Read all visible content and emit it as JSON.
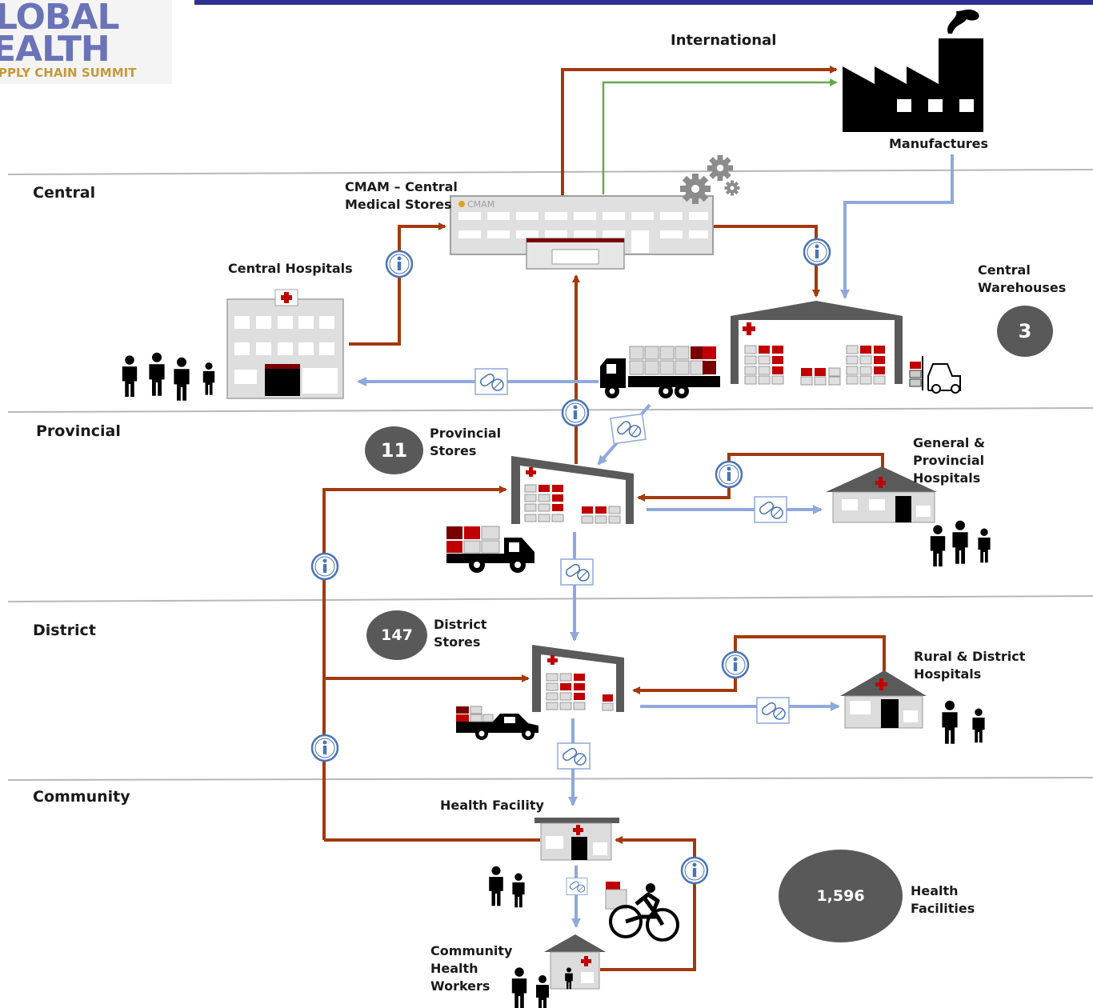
{
  "logo": {
    "line1": "LOBAL",
    "line2": "EALTH",
    "line3": "PPLY CHAIN SUMMIT"
  },
  "tiers": {
    "central": "Central",
    "provincial": "Provincial",
    "district": "District",
    "community": "Community"
  },
  "labels": {
    "international": "International",
    "manufactures": "Manufactures",
    "cmam_line1": "CMAM – Central",
    "cmam_line2": "Medical Stores",
    "cmam_sign": "CMAM",
    "central_hospitals": "Central Hospitals",
    "central_warehouses_line1": "Central",
    "central_warehouses_line2": "Warehouses",
    "provincial_stores_line1": "Provincial",
    "provincial_stores_line2": "Stores",
    "general_hosp_line1": "General &",
    "general_hosp_line2": "Provincial",
    "general_hosp_line3": "Hospitals",
    "district_stores_line1": "District",
    "district_stores_line2": "Stores",
    "rural_hosp_line1": "Rural & District",
    "rural_hosp_line2": "Hospitals",
    "health_facility": "Health Facility",
    "chw_line1": "Community",
    "chw_line2": "Health",
    "chw_line3": "Workers",
    "health_facilities_line1": "Health",
    "health_facilities_line2": "Facilities"
  },
  "counts": {
    "central_warehouses": "3",
    "provincial_stores": "11",
    "district_stores": "147",
    "health_facilities": "1,596"
  },
  "colors": {
    "info_flow": "#a33a0c",
    "product_flow": "#8fa9dc",
    "green_link": "#6aa84f",
    "header_bar": "#2e3192",
    "icon_dark": "#000000",
    "bubble": "#595959",
    "red_box": "#c00000"
  },
  "icons": [
    "factory-icon",
    "gear-icon",
    "info-icon",
    "pills-icon",
    "truck-icon",
    "forklift-icon",
    "bicycle-icon",
    "people-icon",
    "hospital-icon",
    "warehouse-icon",
    "store-icon",
    "clinic-icon"
  ]
}
